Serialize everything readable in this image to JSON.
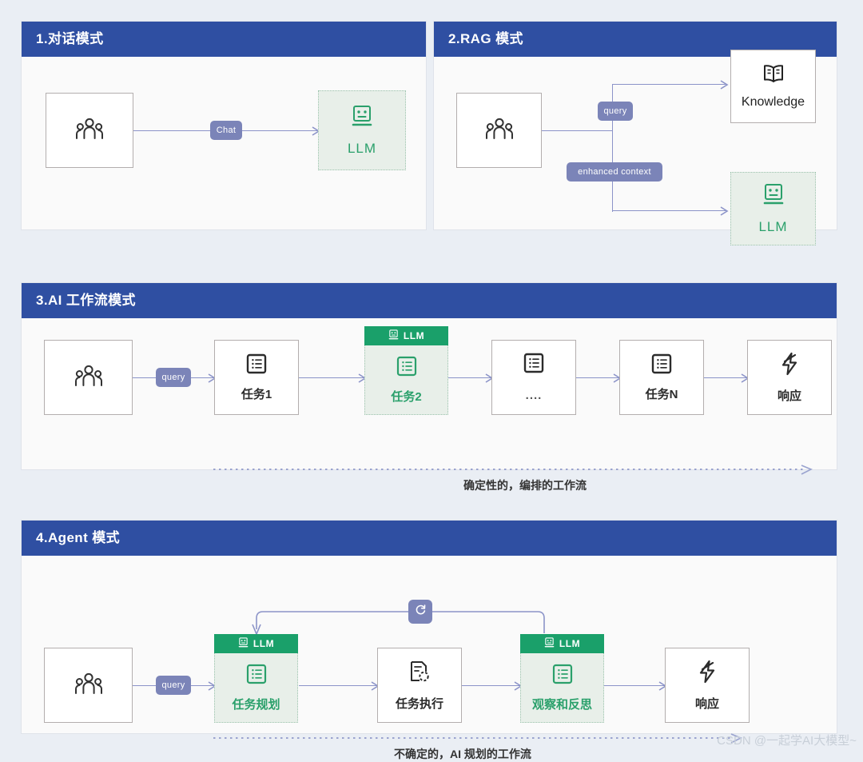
{
  "background_color": "#eaeef4",
  "theme": {
    "header_blue": "#2f4fa2",
    "llm_green": "#1aa06a",
    "llm_text_green": "#2aa06b",
    "llm_fill": "#e8efe9",
    "badge_purple": "#7b84b8",
    "connector_purple": "#8b93c8",
    "panel_bg": "#fafafa"
  },
  "panels": [
    {
      "id": "chat-mode",
      "title": "1.对话模式",
      "nodes": [
        {
          "name": "user",
          "label": "",
          "icon": "people-icon",
          "type": "plain"
        },
        {
          "name": "llm",
          "label": "LLM",
          "icon": "robot-face-icon",
          "type": "llm"
        }
      ],
      "edges": [
        {
          "label": "Chat",
          "from": "user",
          "to": "llm"
        }
      ]
    },
    {
      "id": "rag-mode",
      "title": "2.RAG 模式",
      "nodes": [
        {
          "name": "user",
          "label": "",
          "icon": "people-icon",
          "type": "plain"
        },
        {
          "name": "knowledge",
          "label": "Knowledge",
          "icon": "open-book-icon",
          "type": "plain"
        },
        {
          "name": "llm",
          "label": "LLM",
          "icon": "robot-face-icon",
          "type": "llm"
        }
      ],
      "edges": [
        {
          "label": "query",
          "from": "user",
          "to": "knowledge"
        },
        {
          "label": "enhanced context",
          "from": "user",
          "to": "llm"
        }
      ]
    },
    {
      "id": "ai-workflow-mode",
      "title": "3.AI 工作流模式",
      "caption": "确定性的，编排的工作流",
      "nodes": [
        {
          "name": "user",
          "label": "",
          "icon": "people-icon",
          "type": "plain"
        },
        {
          "name": "task-1",
          "label": "任务1",
          "icon": "task-list-icon",
          "type": "plain"
        },
        {
          "name": "task-2",
          "label": "任务2",
          "icon": "task-list-icon",
          "type": "llm",
          "cap": "LLM"
        },
        {
          "name": "task-ellipsis",
          "label": "....",
          "icon": "task-list-icon",
          "type": "plain"
        },
        {
          "name": "task-n",
          "label": "任务N",
          "icon": "task-list-icon",
          "type": "plain"
        },
        {
          "name": "response",
          "label": "响应",
          "icon": "lightning-bolt-icon",
          "type": "plain"
        }
      ],
      "edges": [
        {
          "label": "query",
          "from": "user",
          "to": "task-1"
        }
      ]
    },
    {
      "id": "agent-mode",
      "title": "4.Agent 模式",
      "caption": "不确定的，AI 规划的工作流",
      "nodes": [
        {
          "name": "user",
          "label": "",
          "icon": "people-icon",
          "type": "plain"
        },
        {
          "name": "task-planning",
          "label": "任务规划",
          "icon": "task-list-icon",
          "type": "llm",
          "cap": "LLM"
        },
        {
          "name": "task-execution",
          "label": "任务执行",
          "icon": "doc-gear-icon",
          "type": "plain"
        },
        {
          "name": "observe-reflect",
          "label": "观察和反思",
          "icon": "task-list-icon",
          "type": "llm",
          "cap": "LLM"
        },
        {
          "name": "response",
          "label": "响应",
          "icon": "lightning-bolt-icon",
          "type": "plain"
        }
      ],
      "edges": [
        {
          "label": "query",
          "from": "user",
          "to": "task-planning"
        },
        {
          "label": "loop-icon",
          "from": "observe-reflect",
          "to": "task-planning"
        }
      ]
    }
  ],
  "watermark": "CSDN @一起学AI大模型~"
}
